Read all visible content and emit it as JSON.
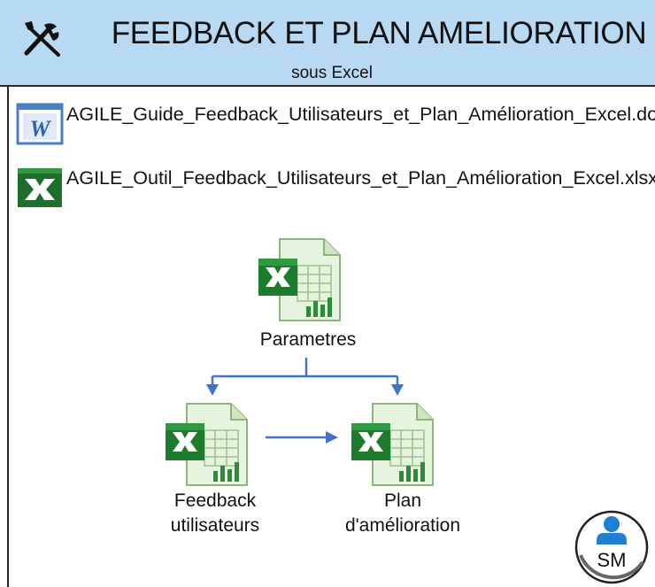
{
  "header": {
    "title": "FEEDBACK ET PLAN AMELIORATION",
    "subtitle": "sous Excel"
  },
  "files": [
    {
      "name": "AGILE_Guide_Feedback_Utilisateurs_et_Plan_Amélioration_Excel.docx",
      "icon": "word-doc-icon"
    },
    {
      "name": "AGILE_Outil_Feedback_Utilisateurs_et_Plan_Amélioration_Excel.xlsx",
      "icon": "excel-icon"
    }
  ],
  "diagram": {
    "nodes": [
      {
        "label": "Parametres",
        "icon": "excel-sheet-icon"
      },
      {
        "label_line1": "Feedback",
        "label_line2": "utilisateurs",
        "icon": "excel-sheet-icon"
      },
      {
        "label_line1": "Plan",
        "label_line2": "d'amélioration",
        "icon": "excel-sheet-icon"
      }
    ],
    "arrow_color": "#4472c4"
  },
  "badge": {
    "label": "SM",
    "icon": "user-icon"
  }
}
